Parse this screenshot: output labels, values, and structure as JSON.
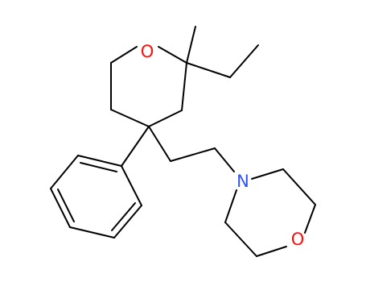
{
  "diagram": {
    "type": "skeletal-structure",
    "background_color": "#ffffff",
    "bond_color": "#000000",
    "atoms": [
      {
        "id": "O1",
        "label": "O",
        "color": "#ff0d0d",
        "name": "ring-oxygen-label"
      },
      {
        "id": "N1",
        "label": "N",
        "color": "#3050f8",
        "name": "morpholine-nitrogen-label"
      },
      {
        "id": "O2",
        "label": "O",
        "color": "#ff0d0d",
        "name": "morpholine-oxygen-label"
      }
    ]
  }
}
